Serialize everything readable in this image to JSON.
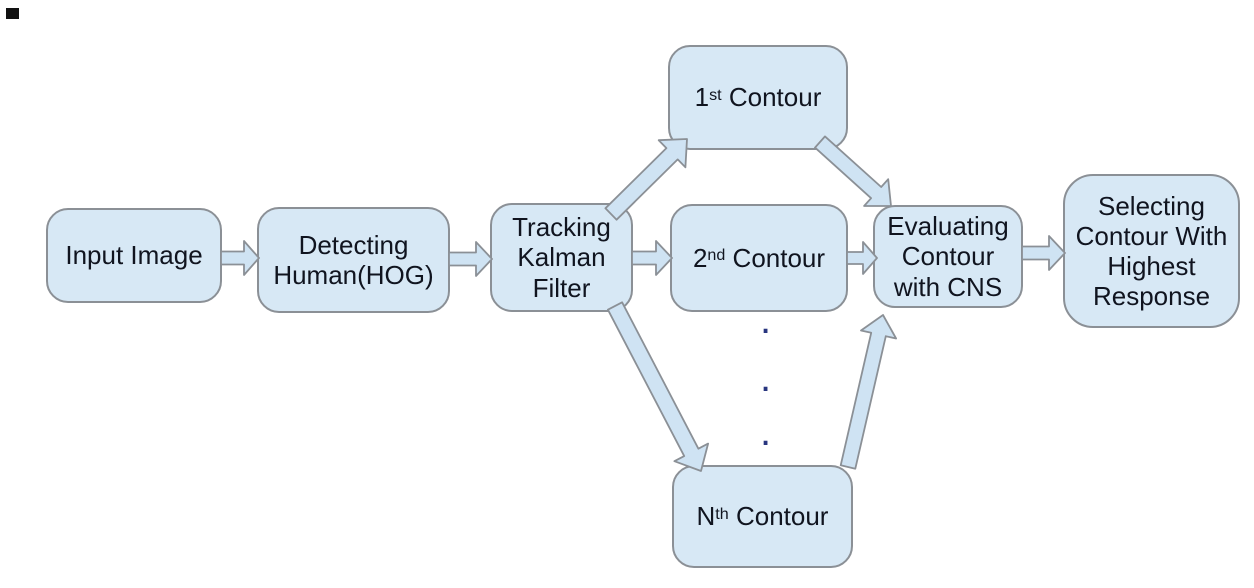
{
  "diagram": {
    "type": "flowchart",
    "nodes": {
      "input": {
        "label": "Input Image"
      },
      "detecting": {
        "label": "Detecting\nHuman(HOG)"
      },
      "tracking": {
        "label": "Tracking\nKalman\nFilter"
      },
      "contour1": {
        "pre": "1",
        "sup": "st",
        "post": " Contour"
      },
      "contour2": {
        "pre": "2",
        "sup": "nd",
        "post": " Contour"
      },
      "contourN": {
        "pre": "N",
        "sup": "th",
        "post": " Contour"
      },
      "evaluating": {
        "label": "Evaluating\nContour\nwith CNS"
      },
      "selecting": {
        "label": "Selecting\nContour With\nHighest\nResponse"
      }
    },
    "ellipsis_dot": ".",
    "colors": {
      "background": "#ffffff",
      "box_fill": "#d7e8f5",
      "box_border": "#8b9096",
      "arrow_fill": "#cfe3f3",
      "arrow_border": "#8b9096",
      "text": "#10141f",
      "dot": "#28357f",
      "corner_mark": "#111111"
    }
  }
}
